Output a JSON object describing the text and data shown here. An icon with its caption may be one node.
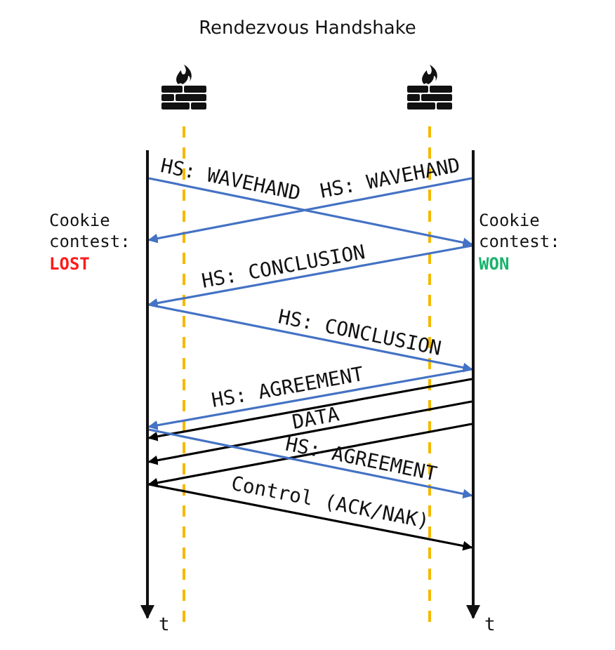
{
  "diagram": {
    "title": "Rendezvous Handshake",
    "nodes": [
      {
        "text": [],
        "shape": "bar",
        "beside": [
          "Cookie contest:",
          "LOST",
          "t"
        ]
      },
      {
        "text": [],
        "shape": "bar",
        "beside": [
          "Cookie contest:",
          "WON",
          "t"
        ]
      }
    ],
    "edges": [
      {
        "from": 0,
        "to": 1,
        "arrow": "to",
        "label": "HS: WAVEHAND"
      },
      {
        "from": 1,
        "to": 0,
        "arrow": "to",
        "label": "HS: WAVEHAND"
      },
      {
        "from": 1,
        "to": 0,
        "arrow": "to",
        "label": "HS: CONCLUSION"
      },
      {
        "from": 0,
        "to": 1,
        "arrow": "to",
        "label": "HS: CONCLUSION"
      },
      {
        "from": 1,
        "to": 0,
        "arrow": "to",
        "label": "HS: AGREEMENT"
      },
      {
        "from": 1,
        "to": 0,
        "arrow": "to",
        "color": "#000000"
      },
      {
        "from": 1,
        "to": 0,
        "arrow": "to",
        "label": "DATA",
        "color": "#000000"
      },
      {
        "from": 1,
        "to": 0,
        "arrow": "to",
        "color": "#000000"
      },
      {
        "from": 0,
        "to": 1,
        "arrow": "to",
        "label": "HS: AGREEMENT"
      },
      {
        "from": 0,
        "to": 1,
        "arrow": "to",
        "label": "Control (ACK/NAK)",
        "color": "#000000"
      }
    ]
  }
}
